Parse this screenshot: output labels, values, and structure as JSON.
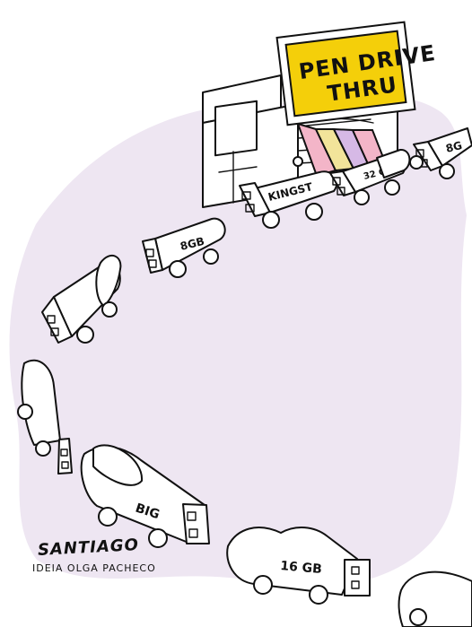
{
  "sign": {
    "line1": "PEN DRIVE",
    "line2": "THRU"
  },
  "drive_labels": {
    "kingston": "KINGST",
    "drive_32": "32 GB",
    "drive_8_left": "8GB",
    "drive_8_right": "8G",
    "drive_big": "BIG",
    "drive_16": "16 GB"
  },
  "credit": {
    "artist": "SANTIAGO",
    "idea": "IDEIA OLGA PACHECO"
  },
  "colors": {
    "background_wash": "#eee6f2",
    "sign_yellow": "#f4cf0a",
    "awning_pink": "#f3b5c8",
    "awning_yellow": "#f2e49a",
    "awning_lilac": "#d6b9e6",
    "ink": "#111111"
  }
}
